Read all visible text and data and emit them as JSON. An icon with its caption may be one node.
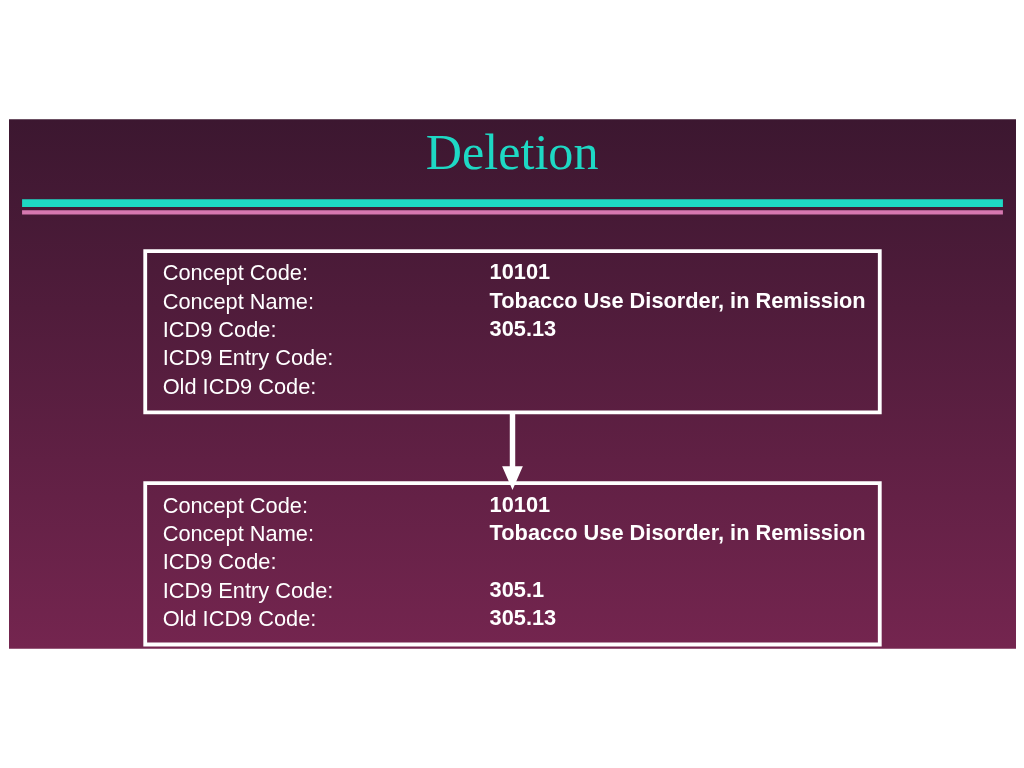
{
  "diagram": {
    "title": "Deletion",
    "nodes": [
      {
        "text": [
          "Concept Code:",
          "10101",
          "Concept Name:",
          "Tobacco Use Disorder, in Remission",
          "ICD9 Code:",
          "305.13",
          "ICD9 Entry Code:",
          "Old ICD9 Code:"
        ]
      },
      {
        "text": [
          "Concept Code:",
          "10101",
          "Concept Name:",
          "Tobacco Use Disorder, in Remission",
          "ICD9 Code:",
          "ICD9 Entry Code:",
          "305.1",
          "Old ICD9 Code:",
          "305.13"
        ]
      }
    ],
    "edges": [
      {
        "from": 0,
        "to": 1,
        "arrow": "to"
      }
    ]
  }
}
